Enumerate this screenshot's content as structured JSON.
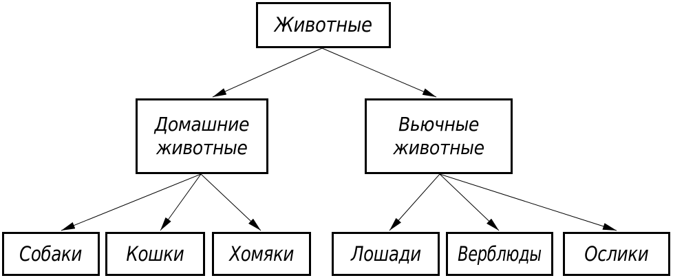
{
  "diagram": {
    "type": "tree",
    "colors": {
      "stroke": "#000000",
      "background": "#ffffff"
    },
    "root": {
      "label": "Животные"
    },
    "branches": [
      {
        "label": "Домашние животные",
        "label_lines": [
          "Домашние",
          "животные"
        ],
        "children": [
          {
            "label": "Собаки"
          },
          {
            "label": "Кошки"
          },
          {
            "label": "Хомяки"
          }
        ]
      },
      {
        "label": "Вьючные животные",
        "label_lines": [
          "Вьючные",
          "животные"
        ],
        "children": [
          {
            "label": "Лошади"
          },
          {
            "label": "Верблюды"
          },
          {
            "label": "Ослики"
          }
        ]
      }
    ],
    "edges": [
      {
        "from": "Животные",
        "to": "Домашние животные"
      },
      {
        "from": "Животные",
        "to": "Вьючные животные"
      },
      {
        "from": "Домашние животные",
        "to": "Собаки"
      },
      {
        "from": "Домашние животные",
        "to": "Кошки"
      },
      {
        "from": "Домашние животные",
        "to": "Хомяки"
      },
      {
        "from": "Вьючные животные",
        "to": "Лошади"
      },
      {
        "from": "Вьючные животные",
        "to": "Верблюды"
      },
      {
        "from": "Вьючные животные",
        "to": "Ослики"
      }
    ]
  }
}
